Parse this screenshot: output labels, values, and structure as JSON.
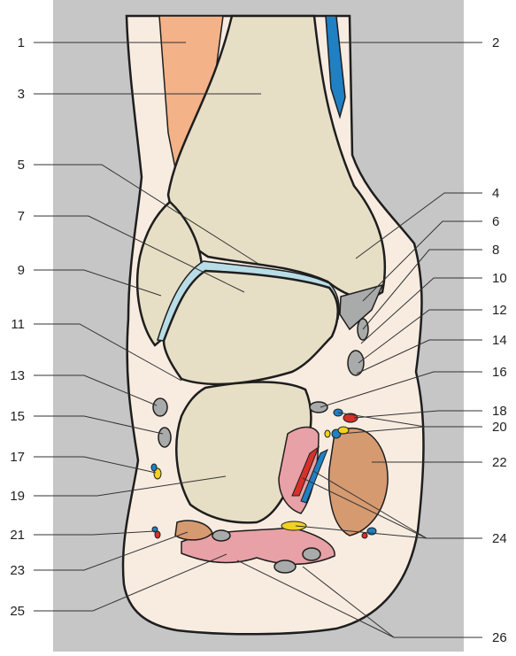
{
  "colors": {
    "background_panel": "#c6c6c6",
    "skin": "#f8ece1",
    "bone": "#e7dfc5",
    "cartilage": "#b8dde6",
    "muscle_orange": "#f3b288",
    "muscle_brown": "#d69a70",
    "muscle_pink": "#e8a1a6",
    "tendon_gray": "#a9aaaa",
    "artery_red": "#d7312a",
    "vein_blue": "#1f80c4",
    "nerve_yellow": "#f0d21f",
    "outline": "#1e1e1e",
    "leader": "#333333"
  },
  "labels_left": [
    {
      "text": "1"
    },
    {
      "text": "3"
    },
    {
      "text": "5"
    },
    {
      "text": "7"
    },
    {
      "text": "9"
    },
    {
      "text": "11"
    },
    {
      "text": "13"
    },
    {
      "text": "15"
    },
    {
      "text": "17"
    },
    {
      "text": "19"
    },
    {
      "text": "21"
    },
    {
      "text": "23"
    },
    {
      "text": "25"
    }
  ],
  "labels_right": [
    {
      "text": "2"
    },
    {
      "text": "4"
    },
    {
      "text": "6"
    },
    {
      "text": "8"
    },
    {
      "text": "10"
    },
    {
      "text": "12"
    },
    {
      "text": "14"
    },
    {
      "text": "16"
    },
    {
      "text": "18"
    },
    {
      "text": "20"
    },
    {
      "text": "22"
    },
    {
      "text": "24"
    },
    {
      "text": "26"
    }
  ]
}
